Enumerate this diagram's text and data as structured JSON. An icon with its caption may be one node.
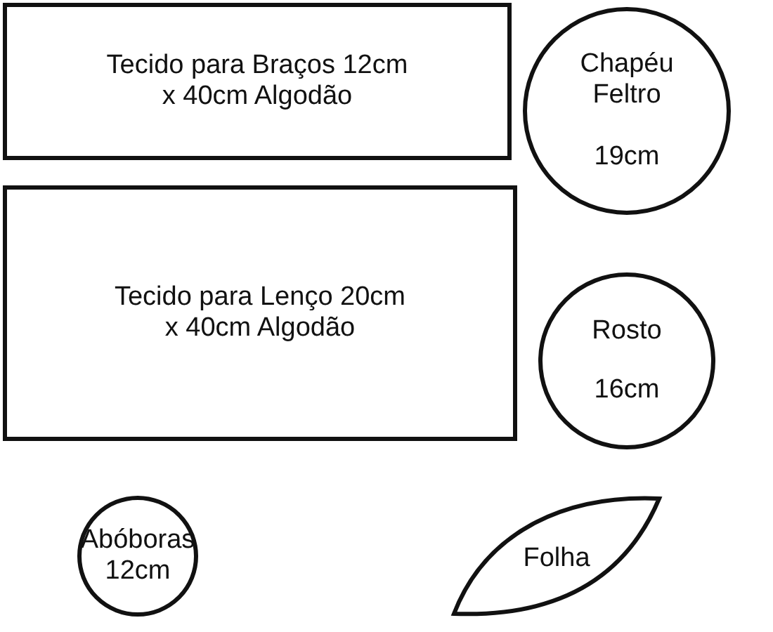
{
  "diagram": {
    "nodes": [
      {
        "text": [
          "Tecido para Braços 12cm x 40cm Algodão"
        ]
      },
      {
        "text": [
          "Chapéu Feltro",
          "19cm"
        ]
      },
      {
        "text": [
          "Tecido para Lenço 20cm x 40cm Algodão"
        ]
      },
      {
        "text": [
          "Rosto",
          "16cm"
        ]
      },
      {
        "text": [
          "Abóboras 12cm"
        ]
      },
      {
        "text": [
          "Folha"
        ]
      }
    ]
  }
}
